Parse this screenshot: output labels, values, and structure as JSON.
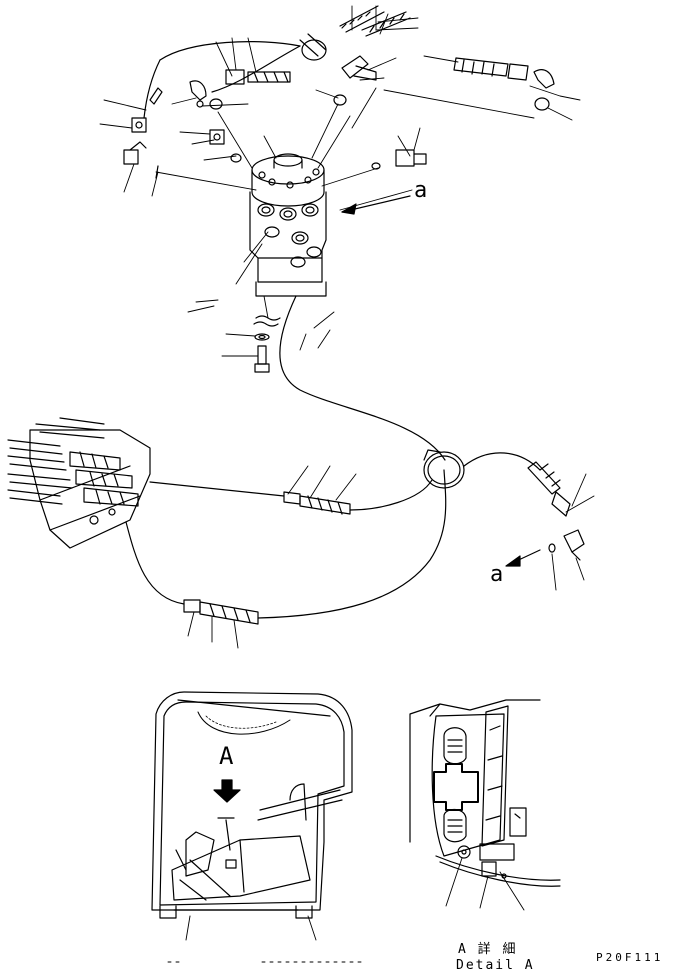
{
  "labels": {
    "view_ref_upper": "a",
    "view_ref_lower": "a",
    "detail_ref": "A"
  },
  "caption": {
    "japanese": "A 詳 細",
    "english": "Detail A"
  },
  "drawing_code": "P20F111",
  "colors": {
    "ink": "#000000",
    "paper": "#ffffff"
  }
}
